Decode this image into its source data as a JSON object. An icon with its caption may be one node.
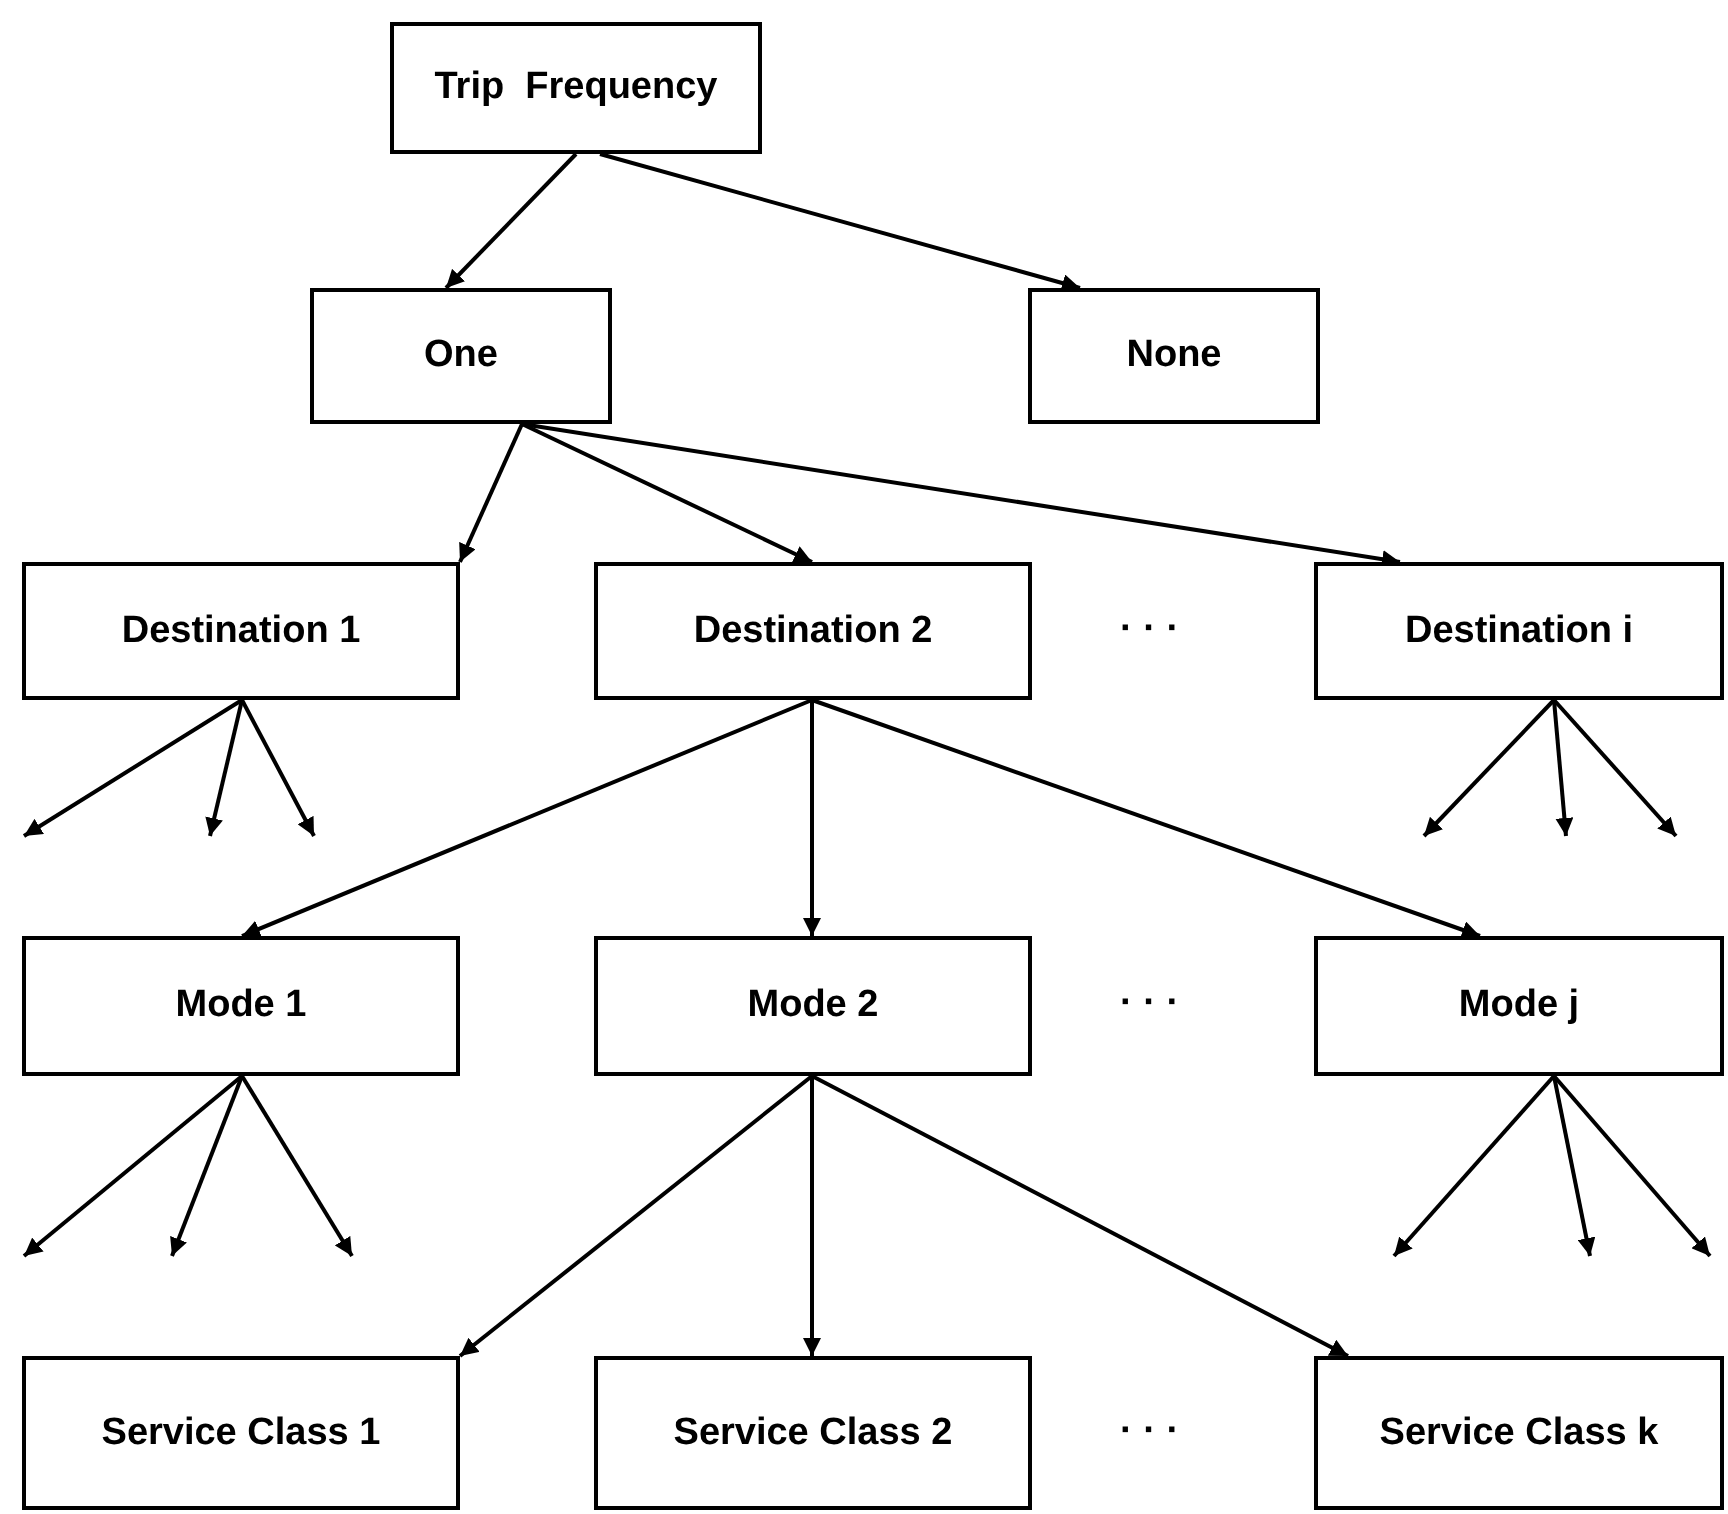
{
  "diagram": {
    "nodes": [
      {
        "text": [
          "Trip  Frequency"
        ]
      },
      {
        "text": [
          "One"
        ]
      },
      {
        "text": [
          "None"
        ]
      },
      {
        "text": [
          "Destination 1"
        ]
      },
      {
        "text": [
          "Destination 2"
        ]
      },
      {
        "text": [
          "Destination i"
        ]
      },
      {
        "text": [
          "Mode 1"
        ]
      },
      {
        "text": [
          "Mode 2"
        ]
      },
      {
        "text": [
          "Mode j"
        ]
      },
      {
        "text": [
          "Service Class 1"
        ]
      },
      {
        "text": [
          "Service Class 2"
        ]
      },
      {
        "text": [
          "Service Class k"
        ]
      }
    ],
    "edges": [
      {
        "from": 0,
        "to": 1,
        "arrow": "to"
      },
      {
        "from": 0,
        "to": 2,
        "arrow": "to"
      },
      {
        "from": 1,
        "to": 3,
        "arrow": "to"
      },
      {
        "from": 1,
        "to": 4,
        "arrow": "to"
      },
      {
        "from": 1,
        "to": 5,
        "arrow": "to"
      },
      {
        "from": 3,
        "to": null,
        "arrow": "to"
      },
      {
        "from": 3,
        "to": null,
        "arrow": "to"
      },
      {
        "from": 3,
        "to": null,
        "arrow": "to"
      },
      {
        "from": 5,
        "to": null,
        "arrow": "to"
      },
      {
        "from": 5,
        "to": null,
        "arrow": "to"
      },
      {
        "from": 5,
        "to": null,
        "arrow": "to"
      },
      {
        "from": 4,
        "to": 6,
        "arrow": "to"
      },
      {
        "from": 4,
        "to": 7,
        "arrow": "to"
      },
      {
        "from": 4,
        "to": 8,
        "arrow": "to"
      },
      {
        "from": 6,
        "to": null,
        "arrow": "to"
      },
      {
        "from": 6,
        "to": null,
        "arrow": "to"
      },
      {
        "from": 6,
        "to": null,
        "arrow": "to"
      },
      {
        "from": 8,
        "to": null,
        "arrow": "to"
      },
      {
        "from": 8,
        "to": null,
        "arrow": "to"
      },
      {
        "from": 8,
        "to": null,
        "arrow": "to"
      },
      {
        "from": 7,
        "to": 9,
        "arrow": "to"
      },
      {
        "from": 7,
        "to": 10,
        "arrow": "to"
      },
      {
        "from": 7,
        "to": 11,
        "arrow": "to"
      }
    ],
    "labels": [
      "· · ·",
      "· · ·",
      "· · ·"
    ]
  }
}
